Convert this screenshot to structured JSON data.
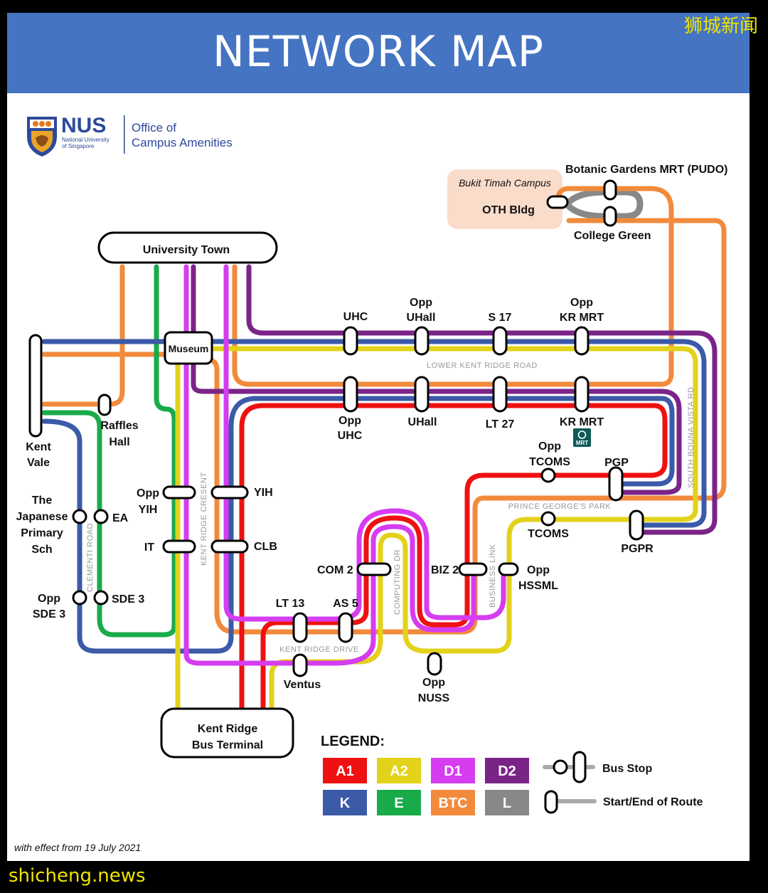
{
  "header": {
    "title": "NETWORK MAP"
  },
  "watermarks": {
    "top": "狮城新闻",
    "bottom": "shicheng.news"
  },
  "logo": {
    "brand": "NUS",
    "brand_sub_1": "National University",
    "brand_sub_2": "of Singapore",
    "office_1": "Office of",
    "office_2": "Campus Amenities"
  },
  "colors": {
    "A1": "#ee1111",
    "A2": "#e3d21a",
    "D1": "#d63cf0",
    "D2": "#7b2488",
    "K": "#3b5aa8",
    "E": "#19ab4a",
    "BTC": "#f28a3c",
    "L": "#888888",
    "banner": "#4574c2",
    "campus_box": "#fadccb"
  },
  "terminals": {
    "university_town": "University Town",
    "kent_ridge_bus_terminal_1": "Kent Ridge",
    "kent_ridge_bus_terminal_2": "Bus Terminal",
    "museum": "Museum",
    "bukit_timah_campus": "Bukit Timah Campus",
    "oth_bldg": "OTH Bldg"
  },
  "stops": {
    "botanic": "Botanic Gardens MRT (PUDO)",
    "college_green": "College Green",
    "uhc": "UHC",
    "opp_uhall_1": "Opp",
    "opp_uhall_2": "UHall",
    "s17": "S 17",
    "opp_krmrt_1": "Opp",
    "opp_krmrt_2": "KR MRT",
    "opp_uhc_1": "Opp",
    "opp_uhc_2": "UHC",
    "uhall": "UHall",
    "lt27": "LT 27",
    "kr_mrt": "KR MRT",
    "mrt_badge": "MRT",
    "raffles_1": "Raffles",
    "raffles_2": "Hall",
    "kent_vale_1": "Kent",
    "kent_vale_2": "Vale",
    "opp_tcoms_1": "Opp",
    "opp_tcoms_2": "TCOMS",
    "pgp": "PGP",
    "tcoms": "TCOMS",
    "pgpr": "PGPR",
    "jps_1": "The",
    "jps_2": "Japanese",
    "jps_3": "Primary",
    "jps_4": "Sch",
    "ea": "EA",
    "opp_yih_1": "Opp",
    "opp_yih_2": "YIH",
    "yih": "YIH",
    "it": "IT",
    "clb": "CLB",
    "com2": "COM 2",
    "biz2": "BIZ 2",
    "opp_hssml_1": "Opp",
    "opp_hssml_2": "HSSML",
    "opp_sde3_1": "Opp",
    "opp_sde3_2": "SDE 3",
    "sde3": "SDE 3",
    "lt13": "LT 13",
    "as5": "AS 5",
    "ventus": "Ventus",
    "opp_nuss_1": "Opp",
    "opp_nuss_2": "NUSS"
  },
  "roads": {
    "lower_kent_ridge": "LOWER KENT RIDGE ROAD",
    "south_buona_vista": "SOUTH BOUNA VISTA RD",
    "prince_georges": "PRINCE GEORGE'S PARK",
    "kent_ridge_crescent": "KENT RIDGE CRESENT",
    "clementi": "CLEMENTI ROAD",
    "computing": "COMPUTING DR",
    "business_link": "BUSINESS LINK",
    "kent_ridge_drive": "KENT RIDGE DRIVE"
  },
  "legend": {
    "title": "LEGEND:",
    "routes": [
      "A1",
      "A2",
      "D1",
      "D2",
      "K",
      "E",
      "BTC",
      "L"
    ],
    "bus_stop": "Bus Stop",
    "start_end": "Start/End of Route"
  },
  "footer": {
    "effective": "with effect from 19 July 2021"
  }
}
